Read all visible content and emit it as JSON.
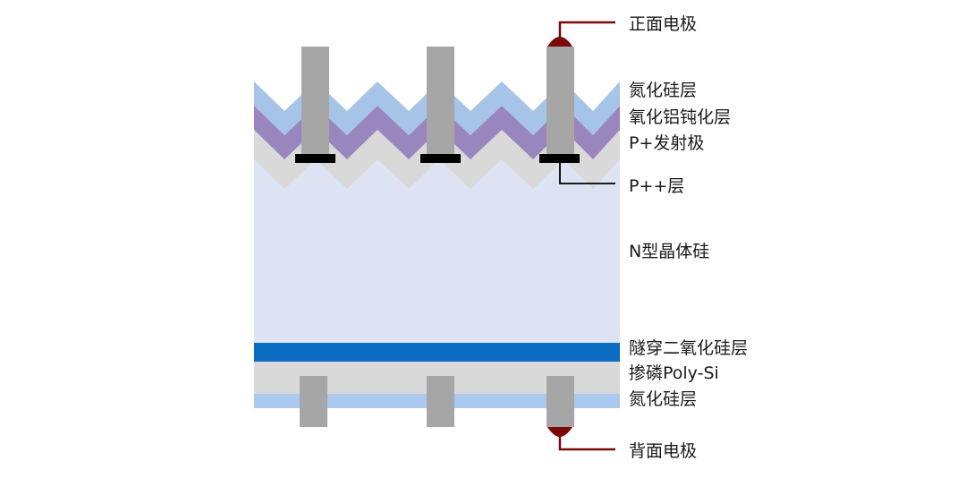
{
  "diagram": {
    "colors": {
      "nitride_top": "#a6c4e8",
      "alox": "#9a86bf",
      "p_emitter": "#d9d9d9",
      "n_si": "#dde3f2",
      "tunnel_oxide": "#0b6cc2",
      "poly_si": "#d9d9d9",
      "nitride_bottom": "#a9c9ee",
      "electrode": "#a6a6a6",
      "p_plus_plus": "#000000",
      "leader": "#7a0a0a"
    },
    "labels": {
      "front_electrode": "正面电极",
      "nitride_top": "氮化硅层",
      "alox": "氧化铝钝化层",
      "p_emitter": "P+发射极",
      "p_plus_plus": "P++层",
      "n_si": "N型晶体硅",
      "tunnel_oxide": "隧穿二氧化硅层",
      "poly_si": "掺磷Poly-Si",
      "nitride_bottom": "氮化硅层",
      "back_electrode": "背面电极"
    }
  }
}
